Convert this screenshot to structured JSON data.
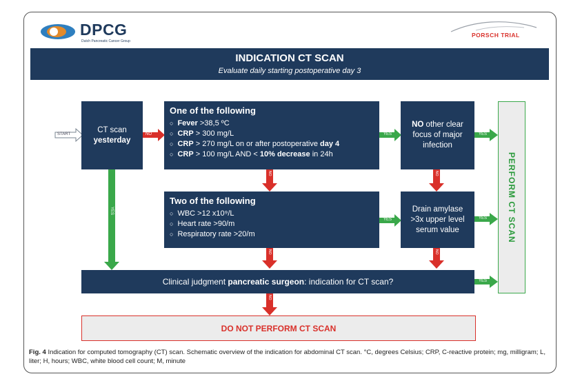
{
  "header": {
    "logo_name": "DPCG",
    "logo_tagline": "Dutch Pancreatic Cancer Group",
    "trial_name": "PORSCH TRIAL"
  },
  "banner": {
    "title": "INDICATION CT SCAN",
    "subtitle": "Evaluate daily starting postoperative day 3"
  },
  "flow": {
    "start_label": "START",
    "ct_yesterday": {
      "line1": "CT scan",
      "line2": "yesterday"
    },
    "one_of": {
      "title": "One of the following",
      "items": [
        {
          "bold": "Fever",
          "rest": " >38,5 ºC"
        },
        {
          "bold": "CRP",
          "rest": " > 300 mg/L"
        },
        {
          "bold": "CRP",
          "rest": " > 270 mg/L on or after postoperative ",
          "bold2": "day 4"
        },
        {
          "bold": "CRP",
          "rest": " > 100 mg/L AND < ",
          "bold2": "10% decrease",
          "rest2": " in 24h"
        }
      ]
    },
    "no_other": {
      "bold": "NO",
      "rest": " other clear focus of major infection"
    },
    "two_of": {
      "title": "Two of the following",
      "items": [
        {
          "text": "WBC >12 x10⁹/L"
        },
        {
          "text": "Heart rate >90/m"
        },
        {
          "text": "Respiratory rate >20/m"
        }
      ]
    },
    "drain": "Drain amylase >3x upper level serum value",
    "clinical": {
      "pre": "Clinical judgment ",
      "bold": "pancreatic surgeon",
      "post": ": indication for CT scan?"
    },
    "perform": "PERFORM CT SCAN",
    "do_not": "DO NOT PERFORM CT SCAN",
    "yes_label": "YES",
    "no_label": "NO"
  },
  "caption": {
    "fig": "Fig. 4",
    "text": " Indication for computed tomography (CT) scan. Schematic overview of the indication for abdominal CT scan. °C, degrees Celsius; CRP, C-reactive protein; mg, milligram; L, liter; H, hours; WBC, white blood cell count; M, minute"
  },
  "colors": {
    "navy": "#1f3a5c",
    "green": "#3aa84a",
    "red": "#d9302a"
  }
}
